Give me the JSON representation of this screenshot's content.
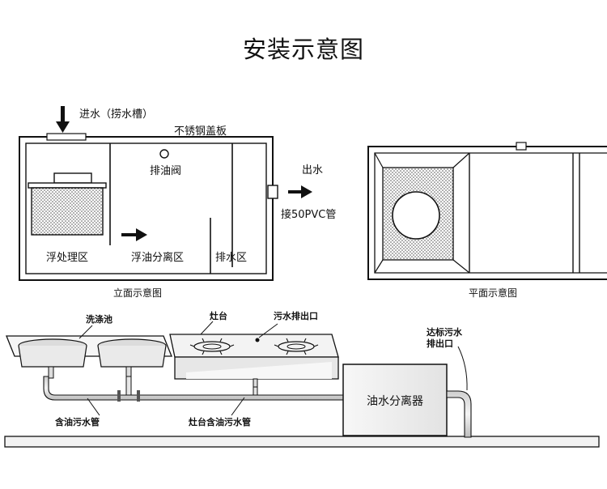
{
  "title": "安装示意图",
  "elevation": {
    "inlet_label": "进水（捞水槽）",
    "cover_label": "不锈钢盖板",
    "oil_valve_label": "排油阀",
    "outlet_label": "出水",
    "pipe_label": "接50PVC管",
    "zone_float_treatment": "浮处理区",
    "zone_oil_separation": "浮油分离区",
    "zone_drain": "排水区",
    "caption": "立面示意图"
  },
  "plan": {
    "caption": "平面示意图"
  },
  "installation": {
    "sink_label": "洗涤池",
    "stove_label": "灶台",
    "sewage_outlet_label": "污水排出口",
    "standard_outlet_label": "达标污水排出口",
    "separator_label": "油水分离器",
    "oily_pipe_label": "含油污水管",
    "stove_pipe_label": "灶台含油污水管"
  }
}
